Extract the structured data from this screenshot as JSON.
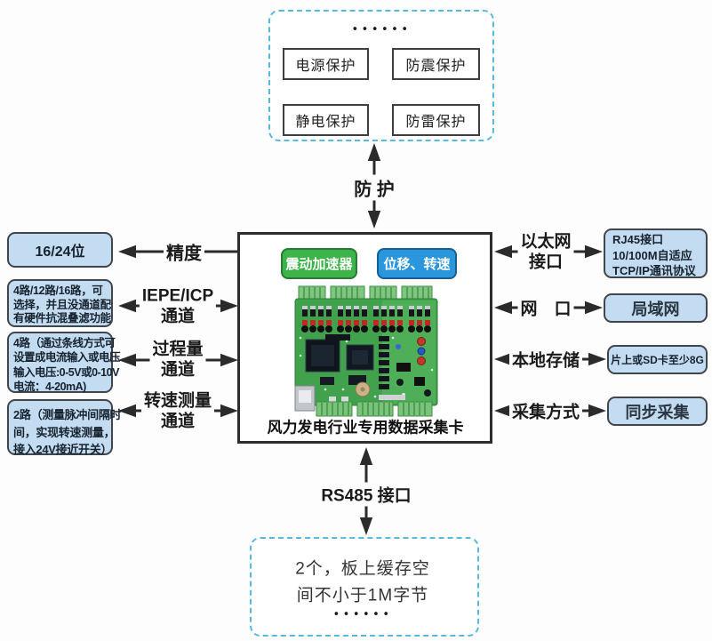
{
  "top_panel": {
    "dots": "••••••",
    "boxes": [
      {
        "label": "电源保护"
      },
      {
        "label": "防震保护"
      },
      {
        "label": "静电保护"
      },
      {
        "label": "防雷保护"
      }
    ]
  },
  "protection_arrow_label": "防 护",
  "left_column": {
    "rows": [
      {
        "label_lines": [
          "精度"
        ],
        "box_lines": [
          "16/24位"
        ]
      },
      {
        "label_lines": [
          "IEPE/ICP",
          "通道"
        ],
        "box_lines": [
          "4路/12路/16路，可",
          "选择，并且没通道配",
          "有硬件抗混叠滤功能"
        ]
      },
      {
        "label_lines": [
          "过程量",
          "通道"
        ],
        "box_lines": [
          "4路（通过条线方式可",
          "设置成电流输入或电压",
          "输入电压:0-5V或0-10V",
          "电流：4-20mA)"
        ]
      },
      {
        "label_lines": [
          "转速测量",
          "通道"
        ],
        "box_lines": [
          "2路（测量脉冲间隔时",
          "间，实现转速测量，",
          "接入24V接近开关）"
        ]
      }
    ]
  },
  "center_unit": {
    "tag_vibration": "震动加速器",
    "tag_displacement": "位移、转速",
    "caption": "风力发电行业专用数据采集卡"
  },
  "right_column": {
    "rows": [
      {
        "label_lines": [
          "以太网",
          "接口"
        ],
        "box_lines": [
          "RJ45接口",
          "10/100M自适应",
          "TCP/IP通讯协议"
        ]
      },
      {
        "label_lines": [
          "网　口"
        ],
        "box_lines": [
          "局域网"
        ]
      },
      {
        "label_lines": [
          "本地存储"
        ],
        "box_lines": [
          "片上或SD卡至少8G"
        ]
      },
      {
        "label_lines": [
          "采集方式"
        ],
        "box_lines": [
          "同步采集"
        ]
      }
    ]
  },
  "rs485_arrow_label": "RS485 接口",
  "bottom_panel": {
    "lines": [
      "2个，板上缓存空",
      "间不小于1M字节"
    ],
    "dots": "••••••"
  },
  "colors": {
    "panel_blue": "#c3dcf1",
    "dashed_border": "#57b9dd",
    "arrow": "#2b2b2b",
    "tag_green": "#3cb44a",
    "tag_blue": "#2a96dc"
  }
}
